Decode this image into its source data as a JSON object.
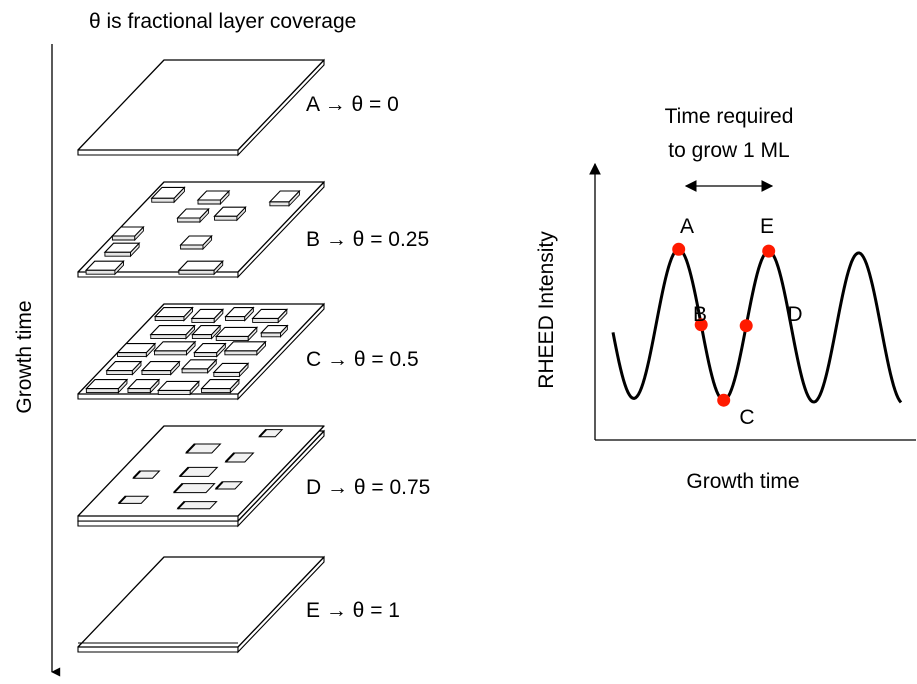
{
  "header": {
    "note": "θ is fractional layer coverage"
  },
  "left_axis": {
    "label": "Growth time"
  },
  "stages": [
    {
      "id": "A",
      "label": "A → θ = 0",
      "coverage": 0
    },
    {
      "id": "B",
      "label": "B → θ = 0.25",
      "coverage": 0.25
    },
    {
      "id": "C",
      "label": "C → θ = 0.5",
      "coverage": 0.5
    },
    {
      "id": "D",
      "label": "D → θ = 0.75",
      "coverage": 0.75
    },
    {
      "id": "E",
      "label": "E → θ = 1",
      "coverage": 1
    }
  ],
  "plot": {
    "period_note_line1": "Time required",
    "period_note_line2": "to grow 1 ML",
    "ylabel": "RHEED Intensity",
    "xlabel": "Growth time",
    "point_labels": [
      "A",
      "B",
      "C",
      "D",
      "E"
    ],
    "marker_color": "#ff1a00",
    "curve_color": "#000000"
  }
}
